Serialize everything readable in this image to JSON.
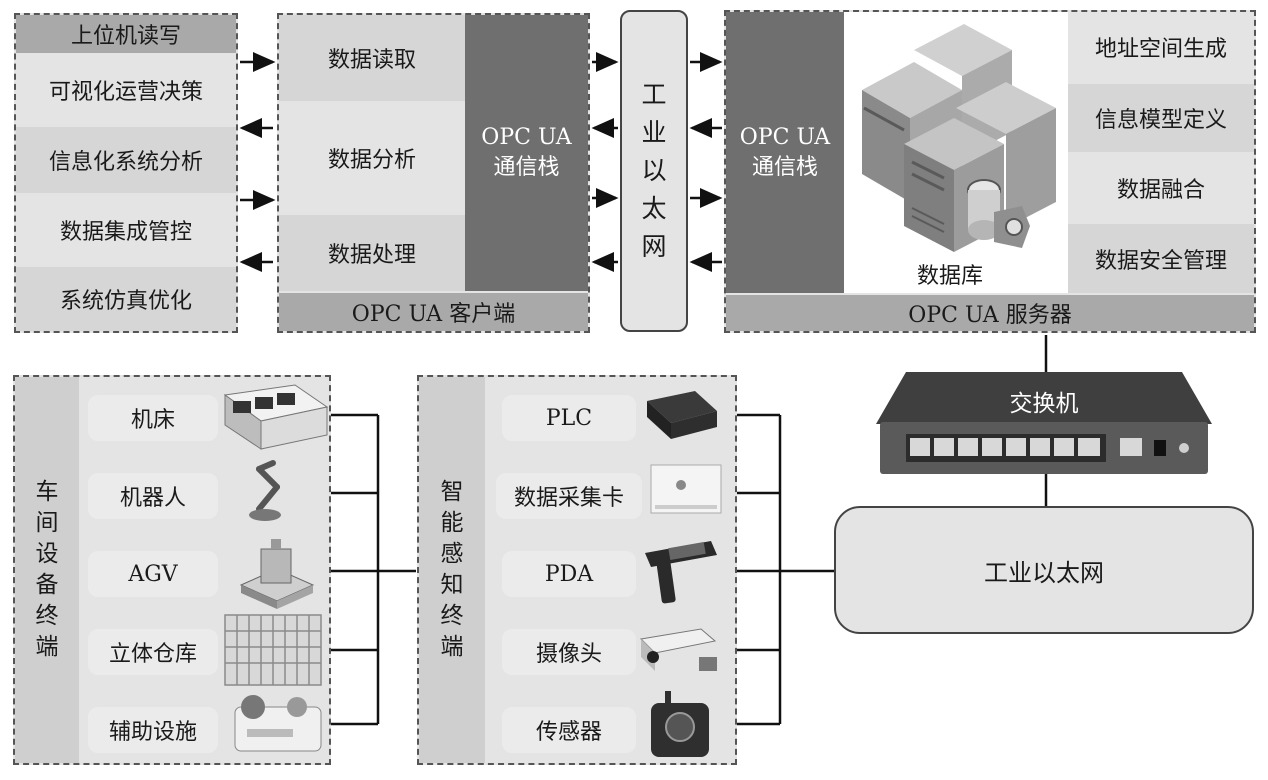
{
  "upper": {
    "title": "上位机读写",
    "items": [
      "可视化运营决策",
      "信息化系统分析",
      "数据集成管控",
      "系统仿真优化"
    ]
  },
  "client": {
    "rows": [
      "数据读取",
      "数据分析",
      "数据处理"
    ],
    "stack": "OPC UA\n通信栈",
    "footer": "OPC UA 客户端"
  },
  "ethernet_v": {
    "label": "工\n业\n以\n太\n网"
  },
  "server": {
    "stack": "OPC UA\n通信栈",
    "db_label": "数据库",
    "functions": [
      "地址空间生成",
      "信息模型定义",
      "数据融合",
      "数据安全管理"
    ],
    "footer": "OPC UA 服务器"
  },
  "switch": {
    "label": "交换机"
  },
  "ethernet_box": {
    "label": "工业以太网"
  },
  "workshop": {
    "title": "车\n间\n设\n备\n终\n端",
    "items": [
      "机床",
      "机器人",
      "AGV",
      "立体仓库",
      "辅助设施"
    ]
  },
  "sensing": {
    "title": "智\n能\n感\n知\n终\n端",
    "items": [
      "PLC",
      "数据采集卡",
      "PDA",
      "摄像头",
      "传感器"
    ]
  },
  "colors": {
    "dark_panel": "#6f6f6f",
    "light_panel": "#e4e4e4",
    "mid_panel": "#cfcfcf",
    "line": "#1a1a1a"
  }
}
